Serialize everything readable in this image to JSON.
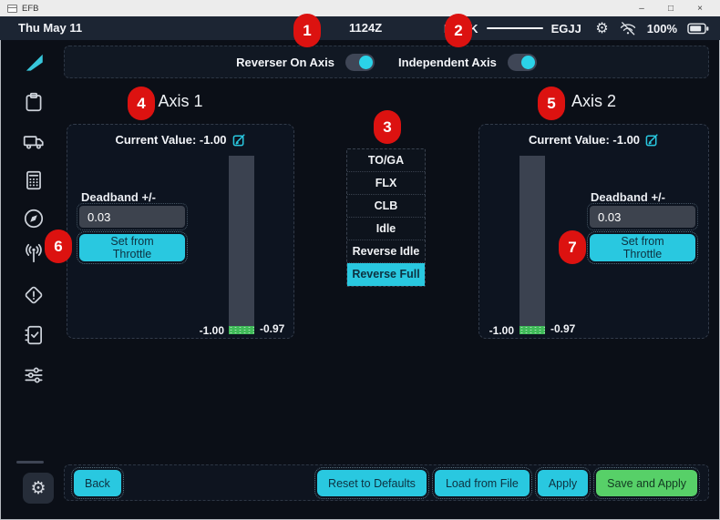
{
  "window": {
    "title": "EFB",
    "minimize": "–",
    "maximize": "□",
    "close": "×"
  },
  "statusbar": {
    "date": "Thu May 11",
    "time": "1124Z",
    "route_from": "EGKK",
    "route_to": "EGJJ",
    "battery_percent": "100%"
  },
  "toggle_bar": {
    "reverser_label": "Reverser On Axis",
    "reverser_state": "on",
    "independent_label": "Independent Axis",
    "independent_state": "on"
  },
  "axis1": {
    "title": "Axis 1",
    "current_value": "Current Value: -1.00",
    "deadband_label": "Deadband +/-",
    "deadband_value": "0.03",
    "set_from_throttle": "Set from Throttle",
    "bar_label_min": "-1.00",
    "bar_label_max": "-0.97"
  },
  "axis2": {
    "title": "Axis 2",
    "current_value": "Current Value: -1.00",
    "deadband_label": "Deadband +/-",
    "deadband_value": "0.03",
    "set_from_throttle": "Set from Throttle",
    "bar_label_min": "-1.00",
    "bar_label_max": "-0.97"
  },
  "detents": {
    "items": [
      "TO/GA",
      "FLX",
      "CLB",
      "Idle",
      "Reverse Idle",
      "Reverse Full"
    ],
    "selected": "Reverse Full"
  },
  "actions": {
    "back": "Back",
    "reset_to_defaults": "Reset to Defaults",
    "load_from_file": "Load from File",
    "apply": "Apply",
    "save_and_apply": "Save and Apply"
  },
  "markers": [
    "1",
    "2",
    "3",
    "4",
    "5",
    "6",
    "7"
  ],
  "colors": {
    "accent_cyan": "#29c8e0",
    "confirm_green": "#57d068",
    "marker_red": "#dc1210",
    "bar_green": "#3fba58",
    "statusbar_bg": "#1c2533"
  }
}
